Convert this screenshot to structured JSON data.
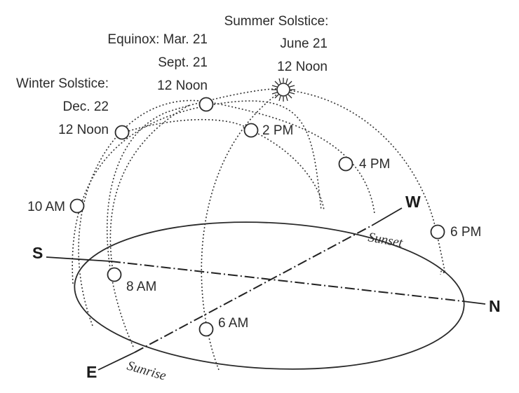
{
  "directions": {
    "west": "W",
    "south": "S",
    "north": "N",
    "east": "E"
  },
  "sun_path_labels": {
    "summer_solstice": [
      "Summer Solstice:",
      "June 21",
      "12 Noon"
    ],
    "equinox": [
      "Equinox: Mar. 21",
      "Sept. 21",
      "12 Noon"
    ],
    "winter_solstice": [
      "Winter Solstice:",
      "Dec. 22",
      "12 Noon"
    ]
  },
  "time_labels": {
    "t2pm": "2 PM",
    "t4pm": "4 PM",
    "t6pm": "6 PM",
    "t10am": "10 AM",
    "t8am": "8 AM",
    "t6am": "6 AM"
  },
  "horizon_labels": {
    "sunset": "Sunset",
    "sunrise": "Sunrise"
  },
  "colors": {
    "ink": "#2a2a2a",
    "background": "#ffffff"
  }
}
